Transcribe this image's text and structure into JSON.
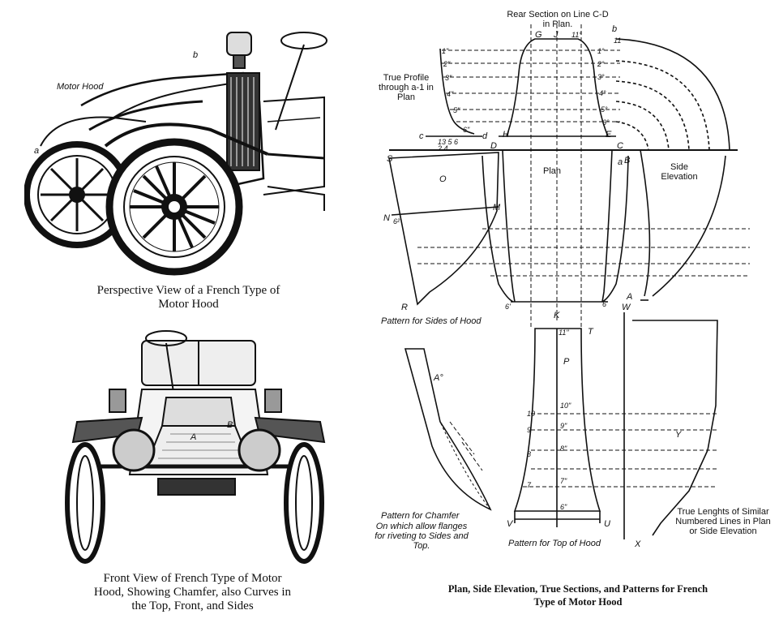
{
  "captions": {
    "perspective": "Perspective View of a French Type of Motor Hood",
    "front": "Front View of French Type of Motor Hood, Showing Chamfer, also Curves in the Top, Front, and Sides",
    "patterns": "Plan, Side Elevation, True Sections, and Patterns for French Type of Motor Hood"
  },
  "perspective_labels": {
    "motor_hood": "Motor Hood",
    "a": "a",
    "b": "b"
  },
  "front_labels": {
    "A": "A",
    "B": "B"
  },
  "drawing_labels": {
    "rear_section": "Rear Section on Line C-D in Plan.",
    "true_profile": "True Profile through a-1 in Plan",
    "plan": "Plan",
    "side_elevation": "Side Elevation",
    "pattern_sides": "Pattern for Sides of Hood",
    "pattern_chamfer": "Pattern for Chamfer",
    "chamfer_note": "On which allow flanges for riveting to Sides and Top.",
    "pattern_top": "Pattern for Top of Hood",
    "true_lengths": "True Lenghts of Similar Numbered Lines in Plan or Side Elevation"
  },
  "letters": {
    "G": "G",
    "J": "J",
    "b": "b",
    "S": "S",
    "D": "D",
    "C": "C",
    "B": "B",
    "a": "a",
    "E": "E",
    "H": "H",
    "c": "c",
    "d": "d",
    "N": "N",
    "M": "M",
    "O": "O",
    "R": "R",
    "K": "K",
    "T": "T",
    "P": "P",
    "A": "A",
    "W": "W",
    "X": "X",
    "Y": "Y",
    "V": "V",
    "U": "U",
    "Adeg": "A°"
  },
  "numbers": {
    "n1": "1",
    "n2": "2",
    "n3": "3",
    "n4": "4",
    "n5": "5",
    "n6": "6",
    "n7": "7",
    "n8": "8",
    "n9": "9",
    "n10": "10",
    "n11": "11",
    "p1": "1'",
    "p2": "2'",
    "p3": "3'",
    "p4": "4'",
    "p5": "5'",
    "p6": "6'",
    "pp1": "1\"",
    "pp2": "2\"",
    "pp3": "3\"",
    "pp4": "4\"",
    "pp5": "5\"",
    "pp6": "6\"",
    "pp7": "7\"",
    "pp8": "8\"",
    "pp9": "9\"",
    "pp10": "10\"",
    "pp11": "11\"",
    "d11": "11°",
    "d1": "1°",
    "d2": "2°",
    "d3": "3°",
    "d4": "4°",
    "d5": "5°",
    "d6": "6°",
    "s62": "6²",
    "seq": "13 5 6",
    "seq2": "2 4"
  }
}
